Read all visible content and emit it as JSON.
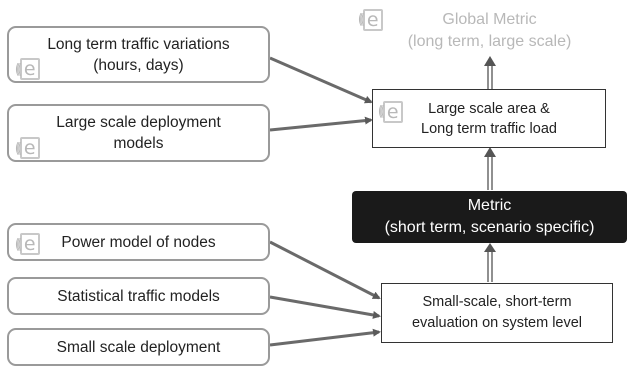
{
  "global_metric": {
    "title": "Global Metric",
    "subtitle": "(long term, large scale)"
  },
  "large_scale_box": {
    "line1": "Large scale area &",
    "line2": "Long term traffic load"
  },
  "metric_box": {
    "line1": "Metric",
    "line2": "(short term, scenario specific)"
  },
  "small_scale_box": {
    "line1": "Small-scale, short-term",
    "line2": "evaluation on system level"
  },
  "inputs": {
    "traffic_variations": {
      "line1": "Long term traffic variations",
      "line2": "(hours, days)"
    },
    "deployment_models": {
      "line1": "Large scale deployment",
      "line2": "models"
    },
    "power_model": {
      "line1": "Power model of nodes"
    },
    "traffic_models": {
      "line1": "Statistical traffic models"
    },
    "small_deployment": {
      "line1": "Small scale deployment"
    }
  },
  "colors": {
    "box_border": "#9a9a9a",
    "arrow": "#606060",
    "metric_bg": "#1a1a1a",
    "global_metric_text": "#b8b8b8",
    "logo": "#b8b8b8"
  },
  "icons": [
    "logo-icon"
  ]
}
